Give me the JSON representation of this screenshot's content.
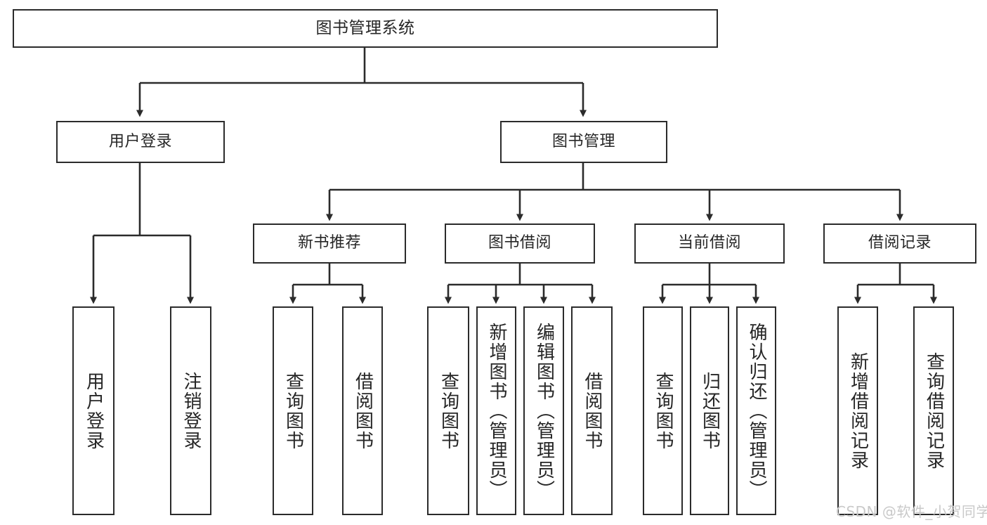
{
  "diagram": {
    "title": "图书管理系统",
    "type": "tree-hierarchy",
    "watermark": "CSDN @软件_小贺同学",
    "colors": {
      "box_border": "#2b2b2b",
      "box_fill": "#ffffff",
      "connector": "#2b2b2b",
      "text": "#262626",
      "background": "#ffffff",
      "watermark": "#c9c9c9"
    },
    "levels": {
      "root": "图书管理系统",
      "level2": [
        "用户登录",
        "图书管理"
      ],
      "level3": [
        "新书推荐",
        "图书借阅",
        "当前借阅",
        "借阅记录"
      ]
    },
    "nodes": {
      "root": {
        "label": "图书管理系统",
        "orientation": "horizontal"
      },
      "user_login": {
        "label": "用户登录",
        "orientation": "horizontal"
      },
      "book_manage": {
        "label": "图书管理",
        "orientation": "horizontal"
      },
      "new_book_rec": {
        "label": "新书推荐",
        "orientation": "horizontal"
      },
      "book_borrow": {
        "label": "图书借阅",
        "orientation": "horizontal"
      },
      "current_borrow": {
        "label": "当前借阅",
        "orientation": "horizontal"
      },
      "borrow_record": {
        "label": "借阅记录",
        "orientation": "horizontal"
      },
      "leaf_user_login": {
        "label": "用户登录",
        "orientation": "vertical"
      },
      "leaf_logout": {
        "label": "注销登录",
        "orientation": "vertical"
      },
      "leaf_query_book_1": {
        "label": "查询图书",
        "orientation": "vertical"
      },
      "leaf_borrow_book_1": {
        "label": "借阅图书",
        "orientation": "vertical"
      },
      "leaf_query_book_2": {
        "label": "查询图书",
        "orientation": "vertical"
      },
      "leaf_add_book": {
        "label": "新增图书（管理员）",
        "orientation": "vertical"
      },
      "leaf_edit_book": {
        "label": "编辑图书（管理员）",
        "orientation": "vertical"
      },
      "leaf_borrow_book_2": {
        "label": "借阅图书",
        "orientation": "vertical"
      },
      "leaf_query_book_3": {
        "label": "查询图书",
        "orientation": "vertical"
      },
      "leaf_return_book": {
        "label": "归还图书",
        "orientation": "vertical"
      },
      "leaf_confirm_return": {
        "label": "确认归还（管理员）",
        "orientation": "vertical"
      },
      "leaf_add_record": {
        "label": "新增借阅记录",
        "orientation": "vertical"
      },
      "leaf_query_record": {
        "label": "查询借阅记录",
        "orientation": "vertical"
      }
    },
    "edges": [
      {
        "from": "图书管理系统",
        "to": "用户登录"
      },
      {
        "from": "图书管理系统",
        "to": "图书管理"
      },
      {
        "from": "用户登录",
        "to": "用户登录"
      },
      {
        "from": "用户登录",
        "to": "注销登录"
      },
      {
        "from": "图书管理",
        "to": "新书推荐"
      },
      {
        "from": "图书管理",
        "to": "图书借阅"
      },
      {
        "from": "图书管理",
        "to": "当前借阅"
      },
      {
        "from": "图书管理",
        "to": "借阅记录"
      },
      {
        "from": "新书推荐",
        "to": "查询图书"
      },
      {
        "from": "新书推荐",
        "to": "借阅图书"
      },
      {
        "from": "图书借阅",
        "to": "查询图书"
      },
      {
        "from": "图书借阅",
        "to": "新增图书（管理员）"
      },
      {
        "from": "图书借阅",
        "to": "编辑图书（管理员）"
      },
      {
        "from": "图书借阅",
        "to": "借阅图书"
      },
      {
        "from": "当前借阅",
        "to": "查询图书"
      },
      {
        "from": "当前借阅",
        "to": "归还图书"
      },
      {
        "from": "当前借阅",
        "to": "确认归还（管理员）"
      },
      {
        "from": "借阅记录",
        "to": "新增借阅记录"
      },
      {
        "from": "借阅记录",
        "to": "查询借阅记录"
      }
    ]
  }
}
